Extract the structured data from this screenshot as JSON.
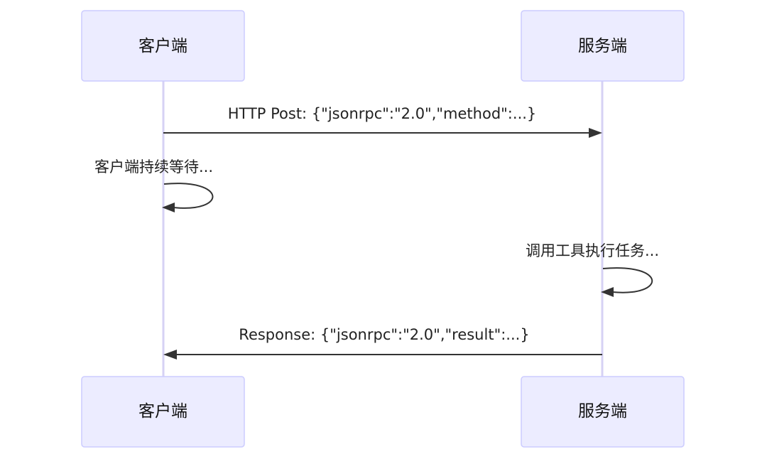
{
  "participants": {
    "client": "客户端",
    "server": "服务端"
  },
  "messages": {
    "request": "HTTP Post: {\"jsonrpc\":\"2.0\",\"method\":...}",
    "client_wait": "客户端持续等待...",
    "server_exec": "调用工具执行任务...",
    "response": "Response: {\"jsonrpc\":\"2.0\",\"result\":...}"
  },
  "colors": {
    "actor_fill": "#ECECFF",
    "actor_stroke": "#CCCCFF",
    "lifeline": "#D6D2F4",
    "line": "#333333"
  }
}
